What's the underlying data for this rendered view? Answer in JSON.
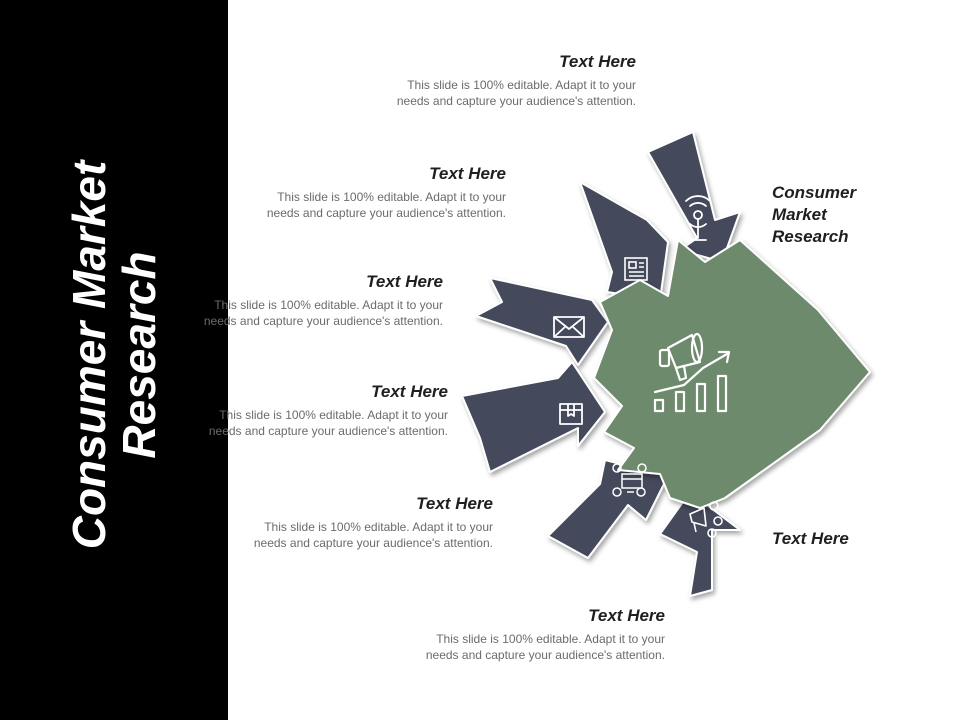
{
  "slide": {
    "title": "Consumer Market Research"
  },
  "blocks": [
    {
      "heading": "Text Here",
      "body": "This slide is 100% editable. Adapt it to your needs and capture your audience's attention."
    },
    {
      "heading": "Text Here",
      "body": "This slide is 100% editable. Adapt it to your needs and capture your audience's attention."
    },
    {
      "heading": "Text Here",
      "body": "This slide is 100% editable. Adapt it to your needs and capture your audience's attention."
    },
    {
      "heading": "Text Here",
      "body": "This slide is 100% editable. Adapt it to your needs and capture your audience's attention."
    },
    {
      "heading": "Text Here",
      "body": "This slide is 100% editable. Adapt it to your needs and capture your audience's attention."
    },
    {
      "heading": "Text Here",
      "body": "This slide is 100% editable. Adapt it to your needs and capture your audience's attention."
    }
  ],
  "right_labels": {
    "top": "Consumer Market Research",
    "bottom": "Text Here"
  },
  "icons": [
    "megaphone-growth-icon",
    "antenna-icon",
    "newspaper-icon",
    "envelope-icon",
    "box-icon",
    "network-icon",
    "marketing-icon"
  ],
  "colors": {
    "panel": "#000000",
    "main_arrow": "#6e8a6c",
    "small_arrows": "#454a5c",
    "icon_stroke": "#ffffff"
  }
}
